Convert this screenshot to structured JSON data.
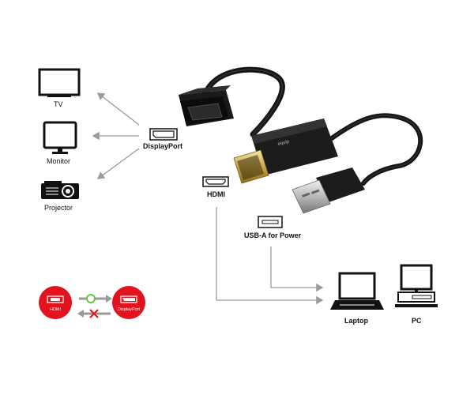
{
  "devices": {
    "tv": "TV",
    "monitor": "Monitor",
    "projector": "Projector",
    "laptop": "Laptop",
    "pc": "PC"
  },
  "ports": {
    "displayport": "DisplayPort",
    "hdmi": "HDMI",
    "usb_a": "USB-A for Power"
  },
  "badge": {
    "left": "HDMI",
    "right": "DisplayPort"
  },
  "brand": "equip",
  "colors": {
    "badge_red": "#e3131d",
    "arrow_gray": "#9a9a9a",
    "ok_green": "#6cc04a",
    "cross_red": "#e3131d"
  }
}
